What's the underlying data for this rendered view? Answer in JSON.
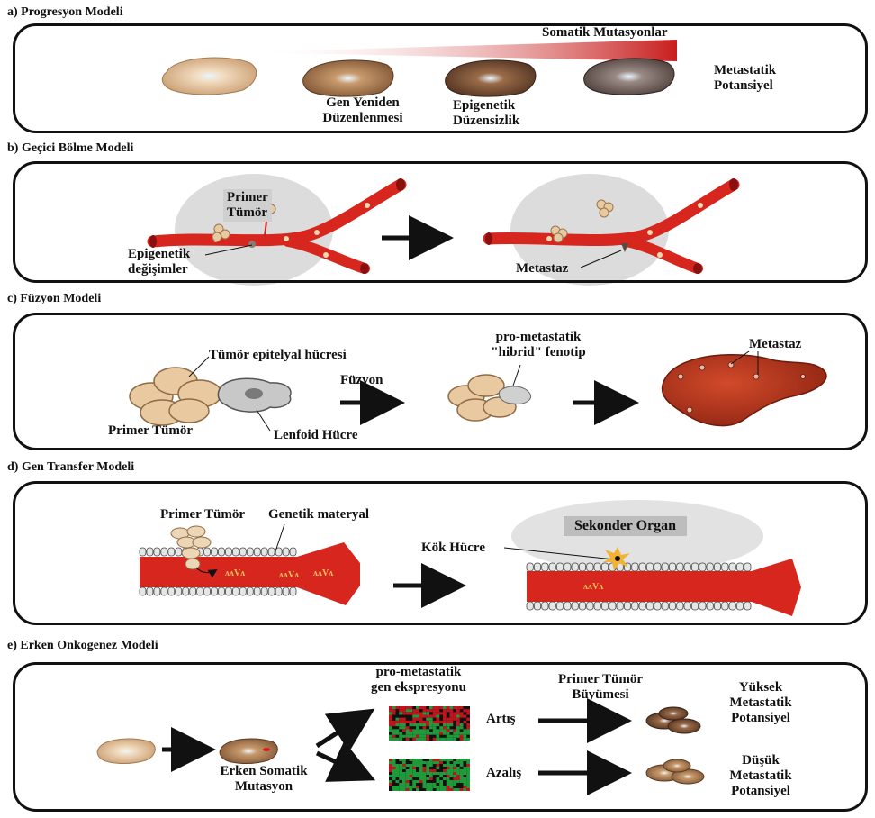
{
  "sections": {
    "a": {
      "title": "a) Progresyon Modeli",
      "gradient_label": "Somatik Mutasyonlar",
      "cell1_label_l1": "Gen Yeniden",
      "cell1_label_l2": "Düzenlenmesi",
      "cell2_label_l1": "Epigenetik",
      "cell2_label_l2": "Düzensizlik",
      "end_label_l1": "Metastatik",
      "end_label_l2": "Potansiyel"
    },
    "b": {
      "title": "b) Geçici Bölme Modeli",
      "primer_l1": "Primer",
      "primer_l2": "Tümör",
      "epi_l1": "Epigenetik",
      "epi_l2": "değişimler",
      "metastaz": "Metastaz"
    },
    "c": {
      "title": "c) Füzyon Modeli",
      "epithelial": "Tümör epitelyal hücresi",
      "primer": "Primer Tümör",
      "lymphoid": "Lenfoid Hücre",
      "fusion": "Füzyon",
      "hybrid_l1": "pro-metastatik",
      "hybrid_l2": "\"hibrid\" fenotip",
      "metastaz": "Metastaz"
    },
    "d": {
      "title": "d) Gen Transfer Modeli",
      "primer": "Primer Tümör",
      "genetic": "Genetik materyal",
      "stem": "Kök Hücre",
      "organ": "Sekonder Organ",
      "dna_text": "ʌʌVʌ"
    },
    "e": {
      "title": "e) Erken Onkogenez Modeli",
      "early_l1": "Erken Somatik",
      "early_l2": "Mutasyon",
      "expr_l1": "pro-metastatik",
      "expr_l2": "gen ekspresyonu",
      "up": "Artış",
      "down": "Azalış",
      "growth_l1": "Primer Tümör",
      "growth_l2": "Büyümesi",
      "high_l1": "Yüksek",
      "high_l2": "Metastatik",
      "high_l3": "Potansiyel",
      "low_l1": "Düşük",
      "low_l2": "Metastatik",
      "low_l3": "Potansiyel"
    }
  },
  "colors": {
    "vessel": "#d7261e",
    "cell_light": "#e8c9a0",
    "cell_dark": "#6b5043",
    "gradient_end": "#c81e1e",
    "liver": "#b8331a",
    "heatmap_red": "#c0141e",
    "heatmap_green": "#1f9a3a"
  }
}
